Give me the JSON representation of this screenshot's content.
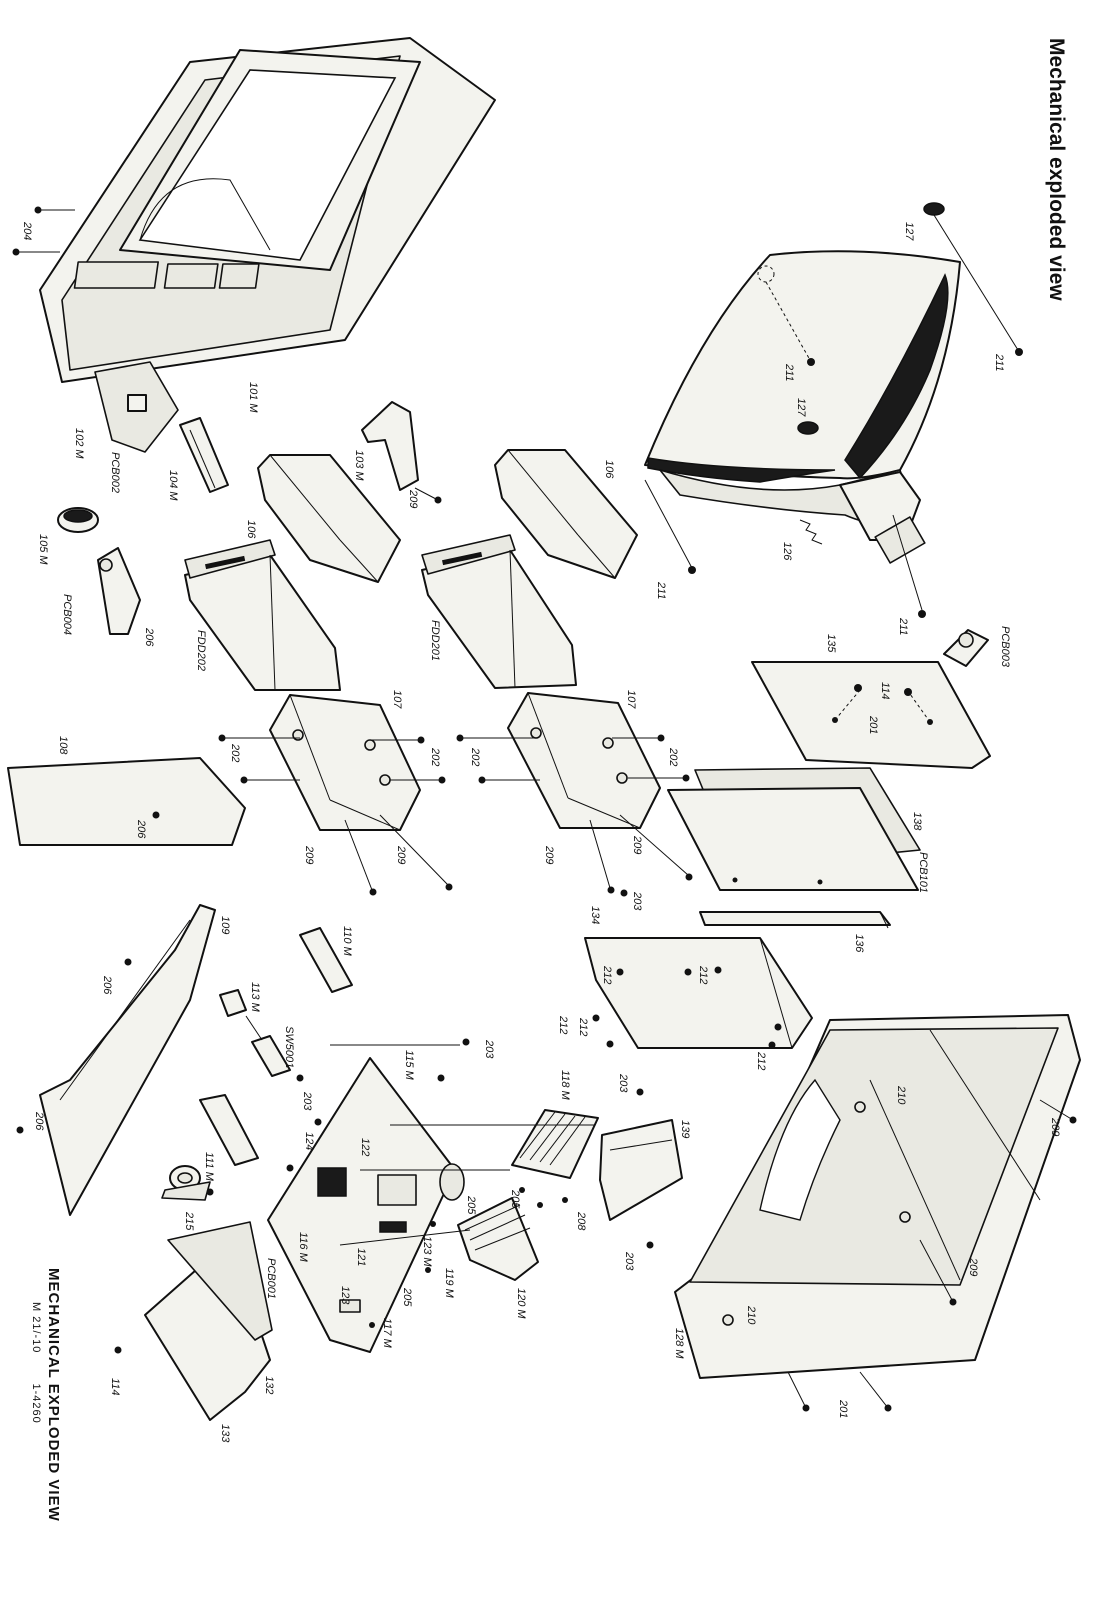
{
  "header": {
    "title": "Mechanical exploded view"
  },
  "footer": {
    "title": "MECHANICAL EXPLODED VIEW",
    "code_left": "M 21/-10",
    "code_right": "1-4260"
  },
  "labels": {
    "l101": "101 M",
    "l102": "102 M",
    "l103": "103 M",
    "l104": "104 M",
    "l105": "105 M",
    "l106a": "106",
    "l106b": "106",
    "l107a": "107",
    "l107b": "107",
    "l108": "108",
    "l109": "109",
    "l110": "110 M",
    "l111": "111 M",
    "l113": "113 M",
    "l114a": "114",
    "l114b": "114",
    "l115": "115 M",
    "l116": "116 M",
    "l117": "117 M",
    "l118": "118 M",
    "l119": "119 M",
    "l120": "120 M",
    "l121": "121",
    "l122": "122",
    "l123a": "123 M",
    "l123b": "123",
    "l124": "124",
    "l126": "126",
    "l127a": "127",
    "l127b": "127",
    "l128": "128 M",
    "l132": "132",
    "l133": "133",
    "l134": "134",
    "l135": "135",
    "l136": "136",
    "l138": "138",
    "l139": "139",
    "l201a": "201",
    "l201b": "201",
    "l202a": "202",
    "l202b": "202",
    "l202c": "202",
    "l202d": "202",
    "l203a": "203",
    "l203b": "203",
    "l203c": "203",
    "l203d": "203",
    "l203e": "203",
    "l204": "204",
    "l205a": "205",
    "l205b": "205",
    "l205c": "205",
    "l206a": "206",
    "l206b": "206",
    "l206c": "206",
    "l206d": "206",
    "l208": "208",
    "l209a": "209",
    "l209b": "209",
    "l209c": "209",
    "l209d": "209",
    "l209e": "209",
    "l209f": "209",
    "l209g": "209",
    "l210a": "210",
    "l210b": "210",
    "l211a": "211",
    "l211b": "211",
    "l211c": "211",
    "l211d": "211",
    "l212a": "212",
    "l212b": "212",
    "l212c": "212",
    "l212d": "212",
    "l212e": "212",
    "l215": "215",
    "pcb001": "PCB001",
    "pcb002": "PCB002",
    "pcb003": "PCB003",
    "pcb004": "PCB004",
    "pcb101": "PCB101",
    "fdd201": "FDD201",
    "fdd202": "FDD202",
    "sw5001": "SW5001"
  }
}
